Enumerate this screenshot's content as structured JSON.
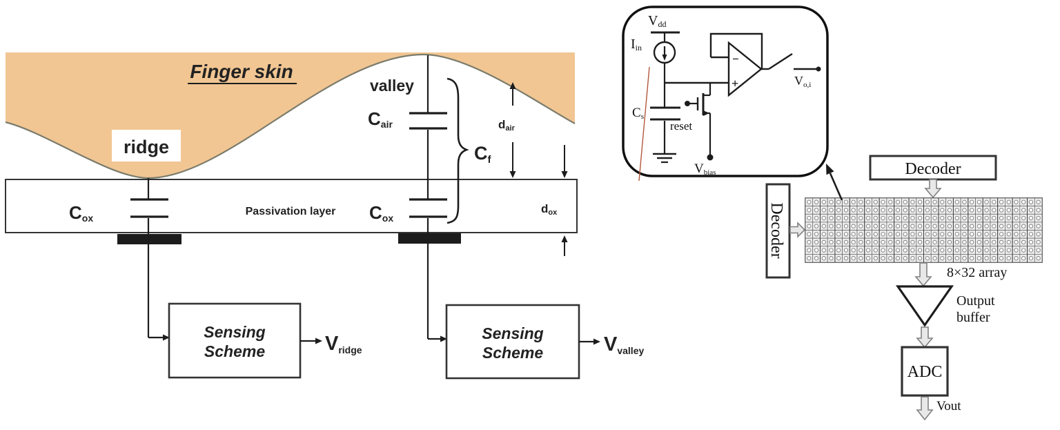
{
  "colors": {
    "skin": "#f1c693",
    "skin_outline": "#7b7b6c",
    "ink": "#1c1c1c",
    "callout_line": "#b2573a",
    "flow_arrow_fill": "#e8e8e8",
    "flow_arrow_stroke": "#808080",
    "cell_fill": "#ececec"
  },
  "sensor_diagram": {
    "title": "Finger skin",
    "ridge_label": "ridge",
    "valley_label": "valley",
    "passivation_label": "Passivation layer",
    "cap_air": {
      "base": "C",
      "sub": "air"
    },
    "cap_ox_left": {
      "base": "C",
      "sub": "ox"
    },
    "cap_ox_right": {
      "base": "C",
      "sub": "ox"
    },
    "cap_finger": {
      "base": "C",
      "sub": "f"
    },
    "dist_air": {
      "base": "d",
      "sub": "air"
    },
    "dist_ox": {
      "base": "d",
      "sub": "ox"
    },
    "sensing_box_ridge": {
      "line1": "Sensing",
      "line2": "Scheme"
    },
    "sensing_box_valley": {
      "line1": "Sensing",
      "line2": "Scheme"
    },
    "output_ridge": {
      "base": "V",
      "sub": "ridge"
    },
    "output_valley": {
      "base": "V",
      "sub": "valley"
    }
  },
  "pixel_circuit": {
    "vdd": {
      "base": "V",
      "sub": "dd"
    },
    "iin": {
      "base": "I",
      "sub": "in"
    },
    "cs": {
      "base": "C",
      "sub": "s"
    },
    "reset_label": "reset",
    "vbias": {
      "base": "V",
      "sub": "bias"
    },
    "vo_i": {
      "base": "V",
      "sub": "o,i"
    },
    "amp_minus": "−",
    "amp_plus": "+"
  },
  "architecture": {
    "column_decoder": "Decoder",
    "row_decoder": "Decoder",
    "array_label": "8×32 array",
    "array_rows": 8,
    "array_cols": 32,
    "output_buffer": {
      "line1": "Output",
      "line2": "buffer"
    },
    "adc_label": "ADC",
    "vout_label": "Vout"
  }
}
